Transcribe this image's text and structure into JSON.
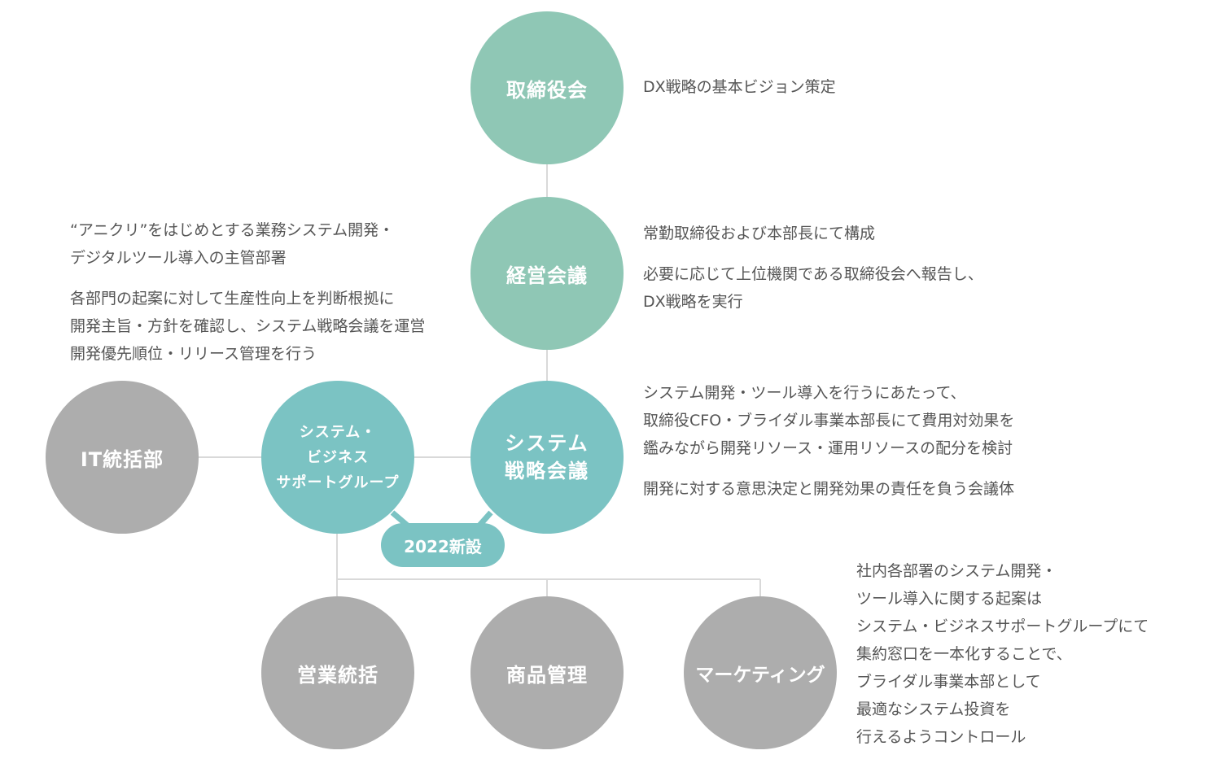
{
  "nodes": {
    "board": {
      "label": "取締役会",
      "color": "#8fc7b5"
    },
    "management_meeting": {
      "label": "経営会議",
      "color": "#8fc7b5"
    },
    "system_strategy_meeting": {
      "lines": [
        "システム",
        "戦略会議"
      ],
      "color": "#7bc3c3"
    },
    "system_business_support_group": {
      "lines": [
        "システム・",
        "ビジネス",
        "サポートグループ"
      ],
      "color": "#7bc3c3"
    },
    "it_division": {
      "label": "IT統括部",
      "color": "#adadad"
    },
    "sales_division": {
      "label": "営業統括",
      "color": "#adadad"
    },
    "merchandise_management": {
      "label": "商品管理",
      "color": "#adadad"
    },
    "marketing": {
      "label": "マーケティング",
      "color": "#adadad"
    }
  },
  "badge": {
    "label": "2022新設"
  },
  "descriptions": {
    "board": [
      [
        "DX戦略の基本ビジョン策定"
      ]
    ],
    "management_meeting": [
      [
        "常勤取締役および本部長にて構成"
      ],
      [
        "必要に応じて上位機関である取締役会へ報告し、",
        "DX戦略を実行"
      ]
    ],
    "support_group": [
      [
        "“アニクリ”をはじめとする業務システム開発・",
        "デジタルツール導入の主管部署"
      ],
      [
        "各部門の起案に対して生産性向上を判断根拠に",
        "開発主旨・方針を確認し、システム戦略会議を運営",
        "開発優先順位・リリース管理を行う"
      ]
    ],
    "system_strategy_meeting": [
      [
        "システム開発・ツール導入を行うにあたって、",
        "取締役CFO・ブライダル事業本部長にて費用対効果を",
        "鑑みながら開発リソース・運用リソースの配分を検討"
      ],
      [
        "開発に対する意思決定と開発効果の責任を負う会議体"
      ]
    ],
    "departments": [
      [
        "社内各部署のシステム開発・",
        "ツール導入に関する起案は",
        "システム・ビジネスサポートグループにて",
        "集約窓口を一本化することで、",
        "ブライダル事業本部として",
        "最適なシステム投資を",
        "行えるようコントロール"
      ]
    ]
  },
  "colors": {
    "line": "#d9d9d9",
    "text": "#555555",
    "green": "#8fc7b5",
    "teal": "#7bc3c3",
    "gray": "#adadad"
  }
}
